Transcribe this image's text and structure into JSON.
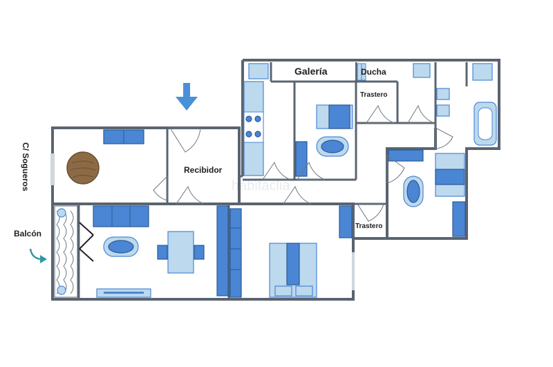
{
  "rooms": {
    "galeria": "Galería",
    "ducha": "Ducha",
    "trastero_top": "Trastero",
    "recibidor": "Recibidor",
    "trastero_bottom": "Trastero",
    "balcon": "Balcón",
    "street": "C/ Sogueros"
  },
  "watermark": "habitaclia",
  "colors": {
    "wall": "#5a6470",
    "furniture": "#4a86d4",
    "furniture_light": "#bcd9ee",
    "arrow": "#4a90d9",
    "balcony_arrow": "#2f9aa0",
    "table_wood": "#8b6a45"
  }
}
